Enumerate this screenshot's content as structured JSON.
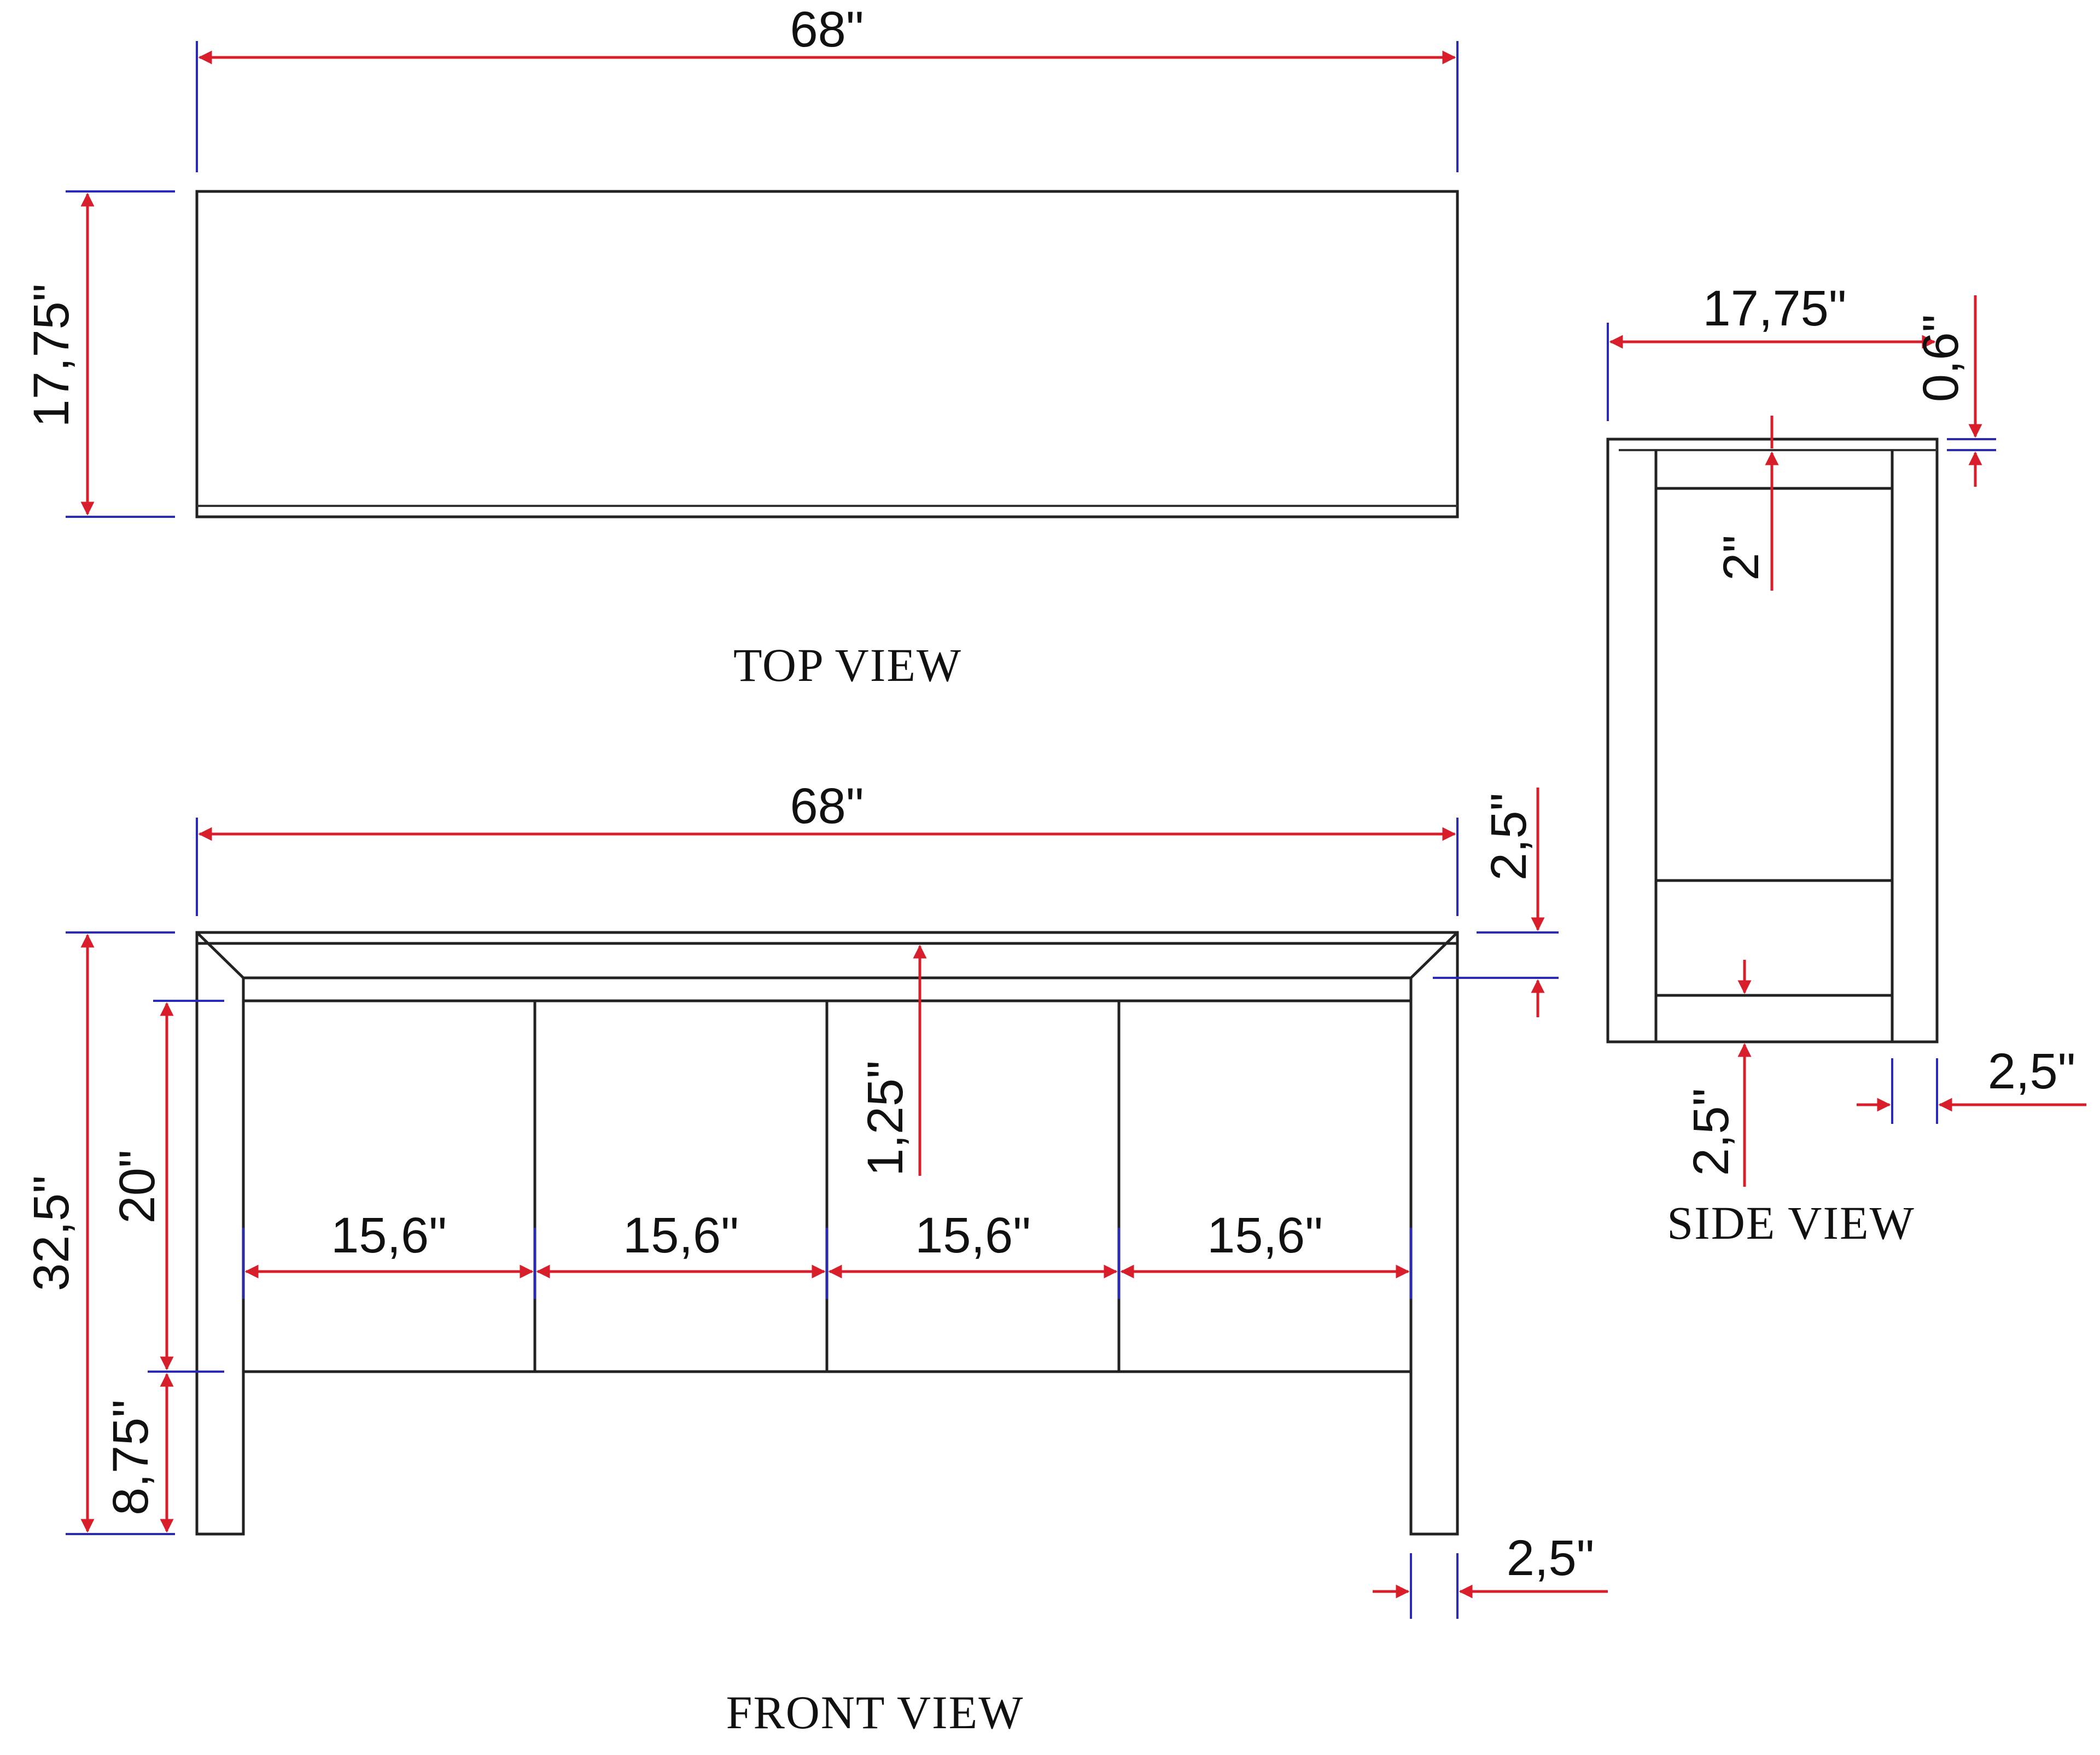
{
  "views": {
    "top": "TOP VIEW",
    "front": "FRONT VIEW",
    "side": "SIDE VIEW"
  },
  "dimensions": {
    "top_width": "68\"",
    "top_depth": "17,75\"",
    "front_width": "68\"",
    "front_height": "32,5\"",
    "front_top_thickness": "2,5\"",
    "front_drawer_height": "20\"",
    "front_leg_clearance": "8,75\"",
    "front_door_gap": "1,25\"",
    "front_leg_width": "2,5\"",
    "door_widths": [
      "15,6\"",
      "15,6\"",
      "15,6\"",
      "15,6\""
    ],
    "side_depth": "17,75\"",
    "side_top_thickness": "0,6\"",
    "side_rail": "2\"",
    "side_bottom": "2,5\"",
    "side_leg_width": "2,5\""
  },
  "colors": {
    "dimension_line": "#d81e2a",
    "extension_line": "#2a2ab8",
    "outline": "#222222"
  }
}
